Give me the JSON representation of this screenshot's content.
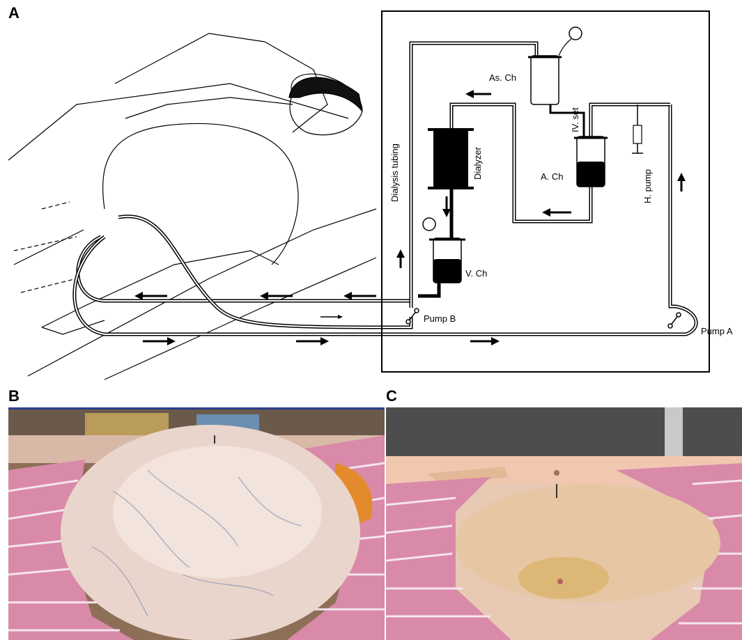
{
  "panels": {
    "a": "A",
    "b": "B",
    "c": "C"
  },
  "diagram_labels": {
    "as_ch": "As. Ch",
    "iv_set": "IV. set",
    "dialysis_tubing": "Dialysis tubing",
    "dialyzer": "Dialyzer",
    "a_ch": "A. Ch",
    "h_pump": "H. pump",
    "v_ch": "V. Ch",
    "pump_b": "Pump B",
    "pump_a": "Pump A"
  },
  "colors": {
    "line": "#000000",
    "gown_pink": "#d98aa8",
    "skin": "#efd6c8",
    "panel_b_border": "#2c3f8f"
  }
}
